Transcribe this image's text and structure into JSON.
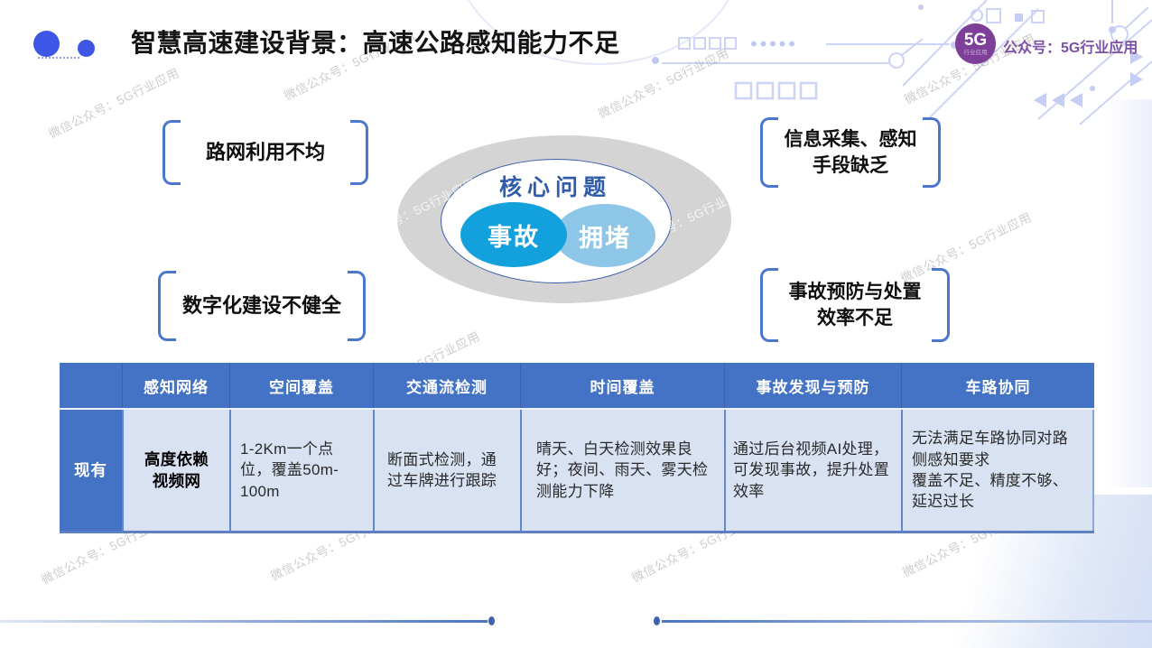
{
  "slide": {
    "title": "智慧高速建设背景：高速公路感知能力不足",
    "watermark": "微信公众号：5G行业应用"
  },
  "logo": {
    "badge": "5G",
    "badge_sub": "行业应用",
    "account": "公众号：5G行业应用"
  },
  "problems": [
    {
      "lines": [
        "路网利用不均"
      ]
    },
    {
      "lines": [
        "信息采集、感知",
        "手段缺乏"
      ]
    },
    {
      "lines": [
        "数字化建设不健全"
      ]
    },
    {
      "lines": [
        "事故预防与处置",
        "效率不足"
      ]
    }
  ],
  "core": {
    "title": "核心问题",
    "accident": "事故",
    "congestion": "拥堵"
  },
  "table": {
    "headers": [
      "",
      "感知网络",
      "空间覆盖",
      "交通流检测",
      "时间覆盖",
      "事故发现与预防",
      "车路协同"
    ],
    "row_label": "现有",
    "cells": [
      {
        "lines": [
          "高度依赖",
          "视频网"
        ]
      },
      {
        "lines": [
          "1-2Km一个点位，覆盖50m-100m"
        ]
      },
      {
        "lines": [
          "断面式检测，通过车牌进行跟踪"
        ]
      },
      {
        "lines": [
          "晴天、白天检测效果良好；夜间、雨天、雾天检测能力下降"
        ]
      },
      {
        "lines": [
          "通过后台视频AI处理，可发现事故，提升处置效率"
        ]
      },
      {
        "lines": [
          "无法满足车路协同对路侧感知要求",
          "覆盖不足、精度不够、延迟过长"
        ]
      }
    ]
  },
  "colors": {
    "accent_blue": "#4472C4",
    "table_light": "#D9E2F2",
    "accident_blue": "#12A1DC",
    "congestion_blue": "#8EC6E8",
    "brand_purple": "#7D3F98",
    "title_dot_blue": "#3D56E6",
    "decor_periwinkle": "#CCD3F4"
  }
}
